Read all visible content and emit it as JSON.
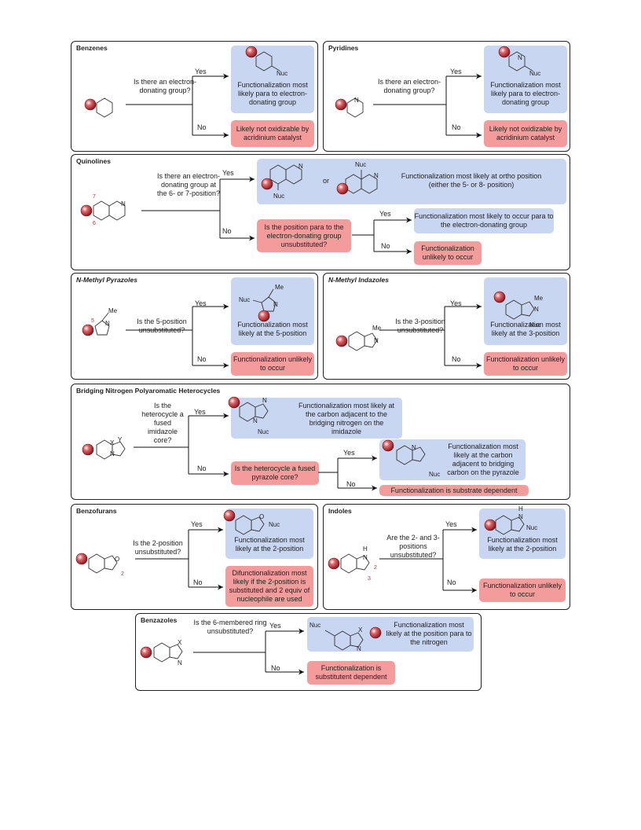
{
  "panels": {
    "benzenes": {
      "title": "Benzenes",
      "question": "Is there an electron-donating group?",
      "yes": "Yes",
      "no": "No",
      "yes_result": "Functionalization most likely para to electron-donating group",
      "no_result": "Likely not oxidizable by acridinium catalyst",
      "nuc": "Nuc"
    },
    "pyridines": {
      "title": "Pyridines",
      "question": "Is there an electron-donating group?",
      "yes": "Yes",
      "no": "No",
      "yes_result": "Functionalization most likely para to electron-donating group",
      "no_result": "Likely not oxidizable by acridinium catalyst",
      "nuc": "Nuc",
      "n": "N"
    },
    "quinolines": {
      "title": "Quinolines",
      "question": "Is there an electron-donating group at the 6- or 7-position?",
      "yes": "Yes",
      "no": "No",
      "or": "or",
      "nuc": "Nuc",
      "n": "N",
      "pos6": "6",
      "pos7": "7",
      "yes_result": "Functionalization most likely at ortho position (either the 5- or 8- position)",
      "no_question": "Is the position para to the electron-donating group unsubstituted?",
      "no_yes": "Yes",
      "no_no": "No",
      "no_yes_result": "Functionalization most likely to occur para to the electron-donating group",
      "no_no_result": "Functionalization unlikely to occur"
    },
    "pyrazoles": {
      "title": "N-Methyl Pyrazoles",
      "question": "Is the 5-position unsubstituted?",
      "yes": "Yes",
      "no": "No",
      "yes_result": "Functionalization most likely at the 5-position",
      "no_result": "Functionalization unlikely to occur",
      "nuc": "Nuc",
      "me": "Me",
      "n": "N",
      "pos5": "5"
    },
    "indazoles": {
      "title": "N-Methyl Indazoles",
      "question": "Is the 3-position unsubstituted?",
      "yes": "Yes",
      "no": "No",
      "yes_result": "Functionalization most likely at the 3-position",
      "no_result": "Functionalization unlikely to occur",
      "nuc": "Nuc",
      "me": "Me",
      "n": "N"
    },
    "bridging": {
      "title": "Bridging Nitrogen Polyaromatic Heterocycles",
      "question": "Is the heterocycle a fused imidazole core?",
      "yes": "Yes",
      "no": "No",
      "yes_result": "Functionalization most likely at the carbon adjacent to the bridging nitrogen on the imidazole",
      "no_question": "Is the heterocycle a fused pyrazole core?",
      "no_yes": "Yes",
      "no_no": "No",
      "no_yes_result": "Functionalization most likely at the carbon adjacent to bridging carbon on the pyrazole",
      "no_no_result": "Functionalization is substrate dependent",
      "nuc": "Nuc",
      "n": "N",
      "x": "X",
      "y": "Y"
    },
    "benzofurans": {
      "title": "Benzofurans",
      "question": "Is the 2-position unsubstituted?",
      "yes": "Yes",
      "no": "No",
      "yes_result": "Functionalization most likely at the 2-position",
      "no_result": "Difunctionalization most likely if the 2-position is substituted and 2 equiv of nucleophile are used",
      "nuc": "Nuc",
      "o": "O",
      "pos2": "2"
    },
    "indoles": {
      "title": "Indoles",
      "question": "Are the 2- and 3-positions unsubstituted?",
      "yes": "Yes",
      "no": "No",
      "yes_result": "Functionalization most likely at the 2-position",
      "no_result": "Functionalization unlikely to occur",
      "nuc": "Nuc",
      "h": "H",
      "n": "N",
      "pos2": "2",
      "pos3": "3"
    },
    "benzazoles": {
      "title": "Benzazoles",
      "question": "Is the 6-membered ring unsubstituted?",
      "yes": "Yes",
      "no": "No",
      "yes_result": "Functionalization most likely at the position para to the nitrogen",
      "no_result": "Functionalization is substitutent dependent",
      "nuc": "Nuc",
      "x": "X",
      "n": "N"
    }
  },
  "colors": {
    "result_blue": "#c9d6f2",
    "result_pink": "#f49b9b",
    "sphere": "#c0303a"
  }
}
